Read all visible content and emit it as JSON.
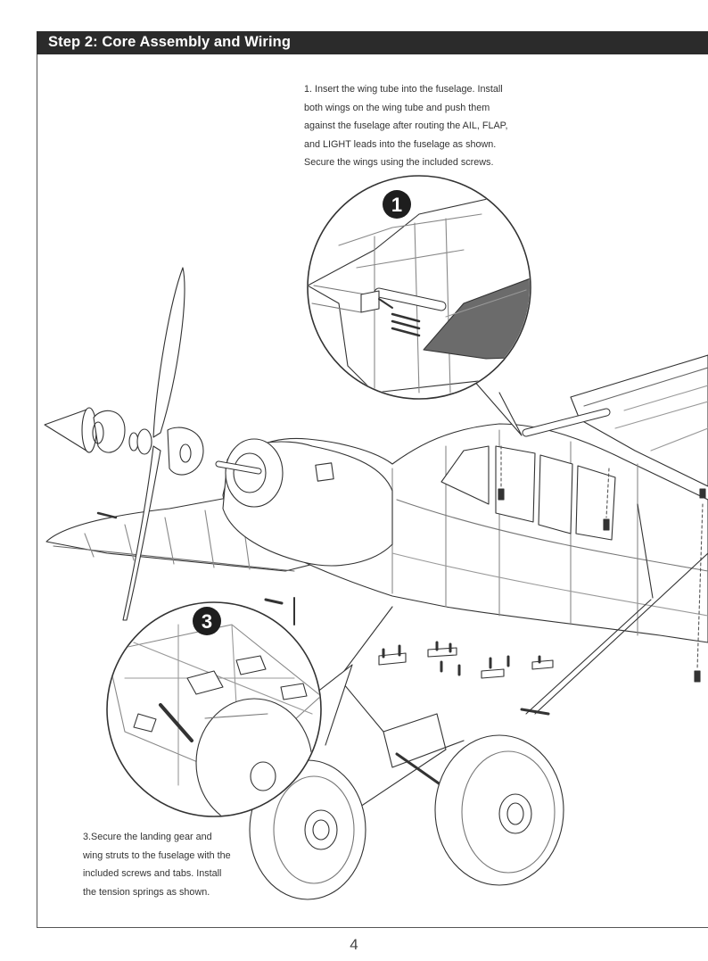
{
  "header": {
    "title": "Step 2: Core Assembly and Wiring"
  },
  "step1": {
    "badge": "1",
    "lines": [
      "1. Insert the wing tube into the fuselage. Install",
      "both wings on the wing tube and push them",
      "against the fuselage after routing the AIL, FLAP,",
      "and LIGHT leads into the fuselage as shown.",
      "Secure the wings using the included screws."
    ]
  },
  "step3": {
    "badge": "3",
    "lines": [
      "3.Secure the landing gear and",
      "wing struts to the fuselage with the",
      "included screws and tabs. Install",
      "the tension springs as shown."
    ]
  },
  "footer": {
    "page_number": "4"
  }
}
